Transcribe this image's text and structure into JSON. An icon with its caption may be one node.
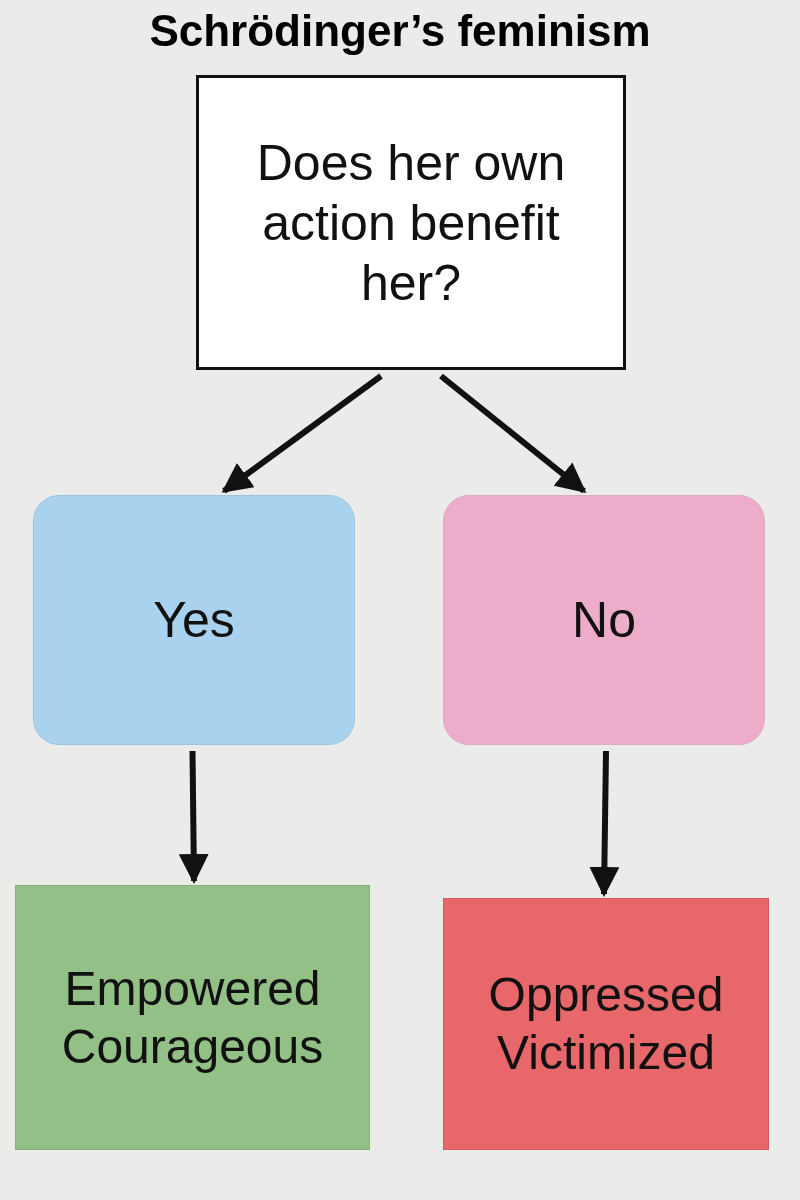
{
  "diagram": {
    "title": "Schrödinger’s feminism",
    "nodes": [
      {
        "text": [
          "Does her own action benefit her?"
        ]
      },
      {
        "text": [
          "Yes"
        ]
      },
      {
        "text": [
          "No"
        ]
      },
      {
        "text": [
          "Empowered",
          "Courageous"
        ]
      },
      {
        "text": [
          "Oppressed",
          "Victimized"
        ]
      }
    ],
    "edges": [
      {
        "from": 0,
        "to": 1,
        "arrow": "to"
      },
      {
        "from": 0,
        "to": 2,
        "arrow": "to"
      },
      {
        "from": 1,
        "to": 3,
        "arrow": "to"
      },
      {
        "from": 2,
        "to": 4,
        "arrow": "to"
      }
    ]
  }
}
